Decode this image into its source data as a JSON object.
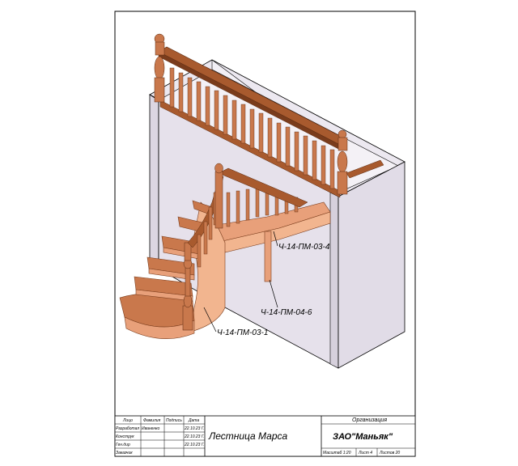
{
  "callouts": {
    "top_landing": "Ч-14-ПМ-03-4",
    "support_post": "Ч-14-ПМ-04-6",
    "bottom_flight": "Ч-14-ПМ-03-1"
  },
  "title_block": {
    "headers": {
      "col_litso": "Лицо",
      "col_familiya": "Фамилия",
      "col_podpis": "Подпись",
      "col_data": "Дата"
    },
    "rows": [
      {
        "role": "Разработал",
        "name": "Иваненко",
        "date": "22.10.23 Г."
      },
      {
        "role": "Конструк",
        "name": "",
        "date": "22.10.23 Г."
      },
      {
        "role": "Ген.дир",
        "name": "",
        "date": "22.10.23 Г."
      },
      {
        "role": "Заказчик",
        "name": "",
        "date": ""
      }
    ],
    "title": "Лестница Марса",
    "organization_label": "Организация",
    "organization": "ЗАО\"Маньяк\"",
    "scale": "Масштаб 1:20",
    "sheet": "Лист 4",
    "sheets": "Листов 20"
  },
  "colors": {
    "wall_face": "#e6e1eb",
    "wall_inner": "#f1eef4",
    "wood_light": "#e8a07a",
    "wood_mid": "#c9784c",
    "wood_dark": "#7a3c1c",
    "frame": "#000000"
  }
}
